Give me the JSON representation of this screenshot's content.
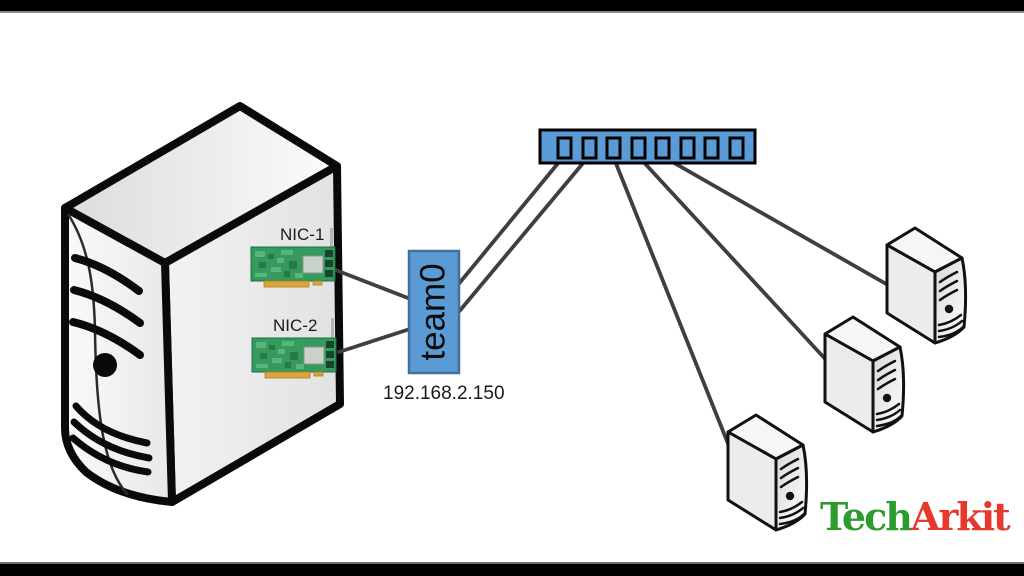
{
  "page": {
    "background": "#ffffff",
    "letterbox_color": "#000000"
  },
  "diagram": {
    "type": "nic-teaming-network-diagram",
    "server": {
      "nic1_label": "NIC-1",
      "nic2_label": "NIC-2",
      "nic_board_color": "#36995e",
      "nic_connector_color": "#dba43d"
    },
    "team_interface": {
      "label": "team0",
      "ip": "192.168.2.150",
      "fill": "#5b9bd5",
      "border": "#41719c"
    },
    "switch": {
      "port_count": 8,
      "fill": "#5b9bd5",
      "border": "#000000"
    },
    "clients": {
      "count": 3
    },
    "edges": [
      {
        "from": "nic1",
        "to": "team0"
      },
      {
        "from": "nic2",
        "to": "team0"
      },
      {
        "from": "team0",
        "to": "switch-port-1"
      },
      {
        "from": "team0",
        "to": "switch-port-2"
      },
      {
        "from": "switch-port-3",
        "to": "client-3"
      },
      {
        "from": "switch-port-4",
        "to": "client-2"
      },
      {
        "from": "switch-port-5",
        "to": "client-1"
      }
    ],
    "line_color": "#3f3f3f"
  },
  "logo": {
    "part1": "Tech",
    "part2": "Arkit",
    "color1": "#2e9b2e",
    "color2": "#e6392e"
  }
}
